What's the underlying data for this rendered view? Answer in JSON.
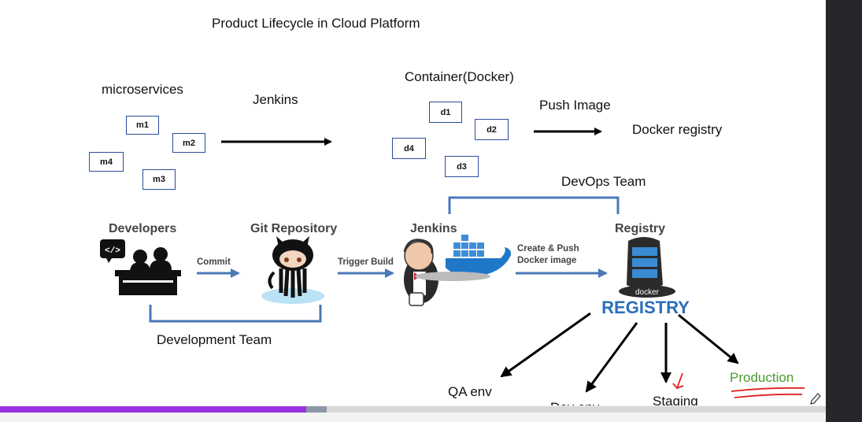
{
  "title": "Product Lifecycle in Cloud Platform",
  "microservices": {
    "label": "microservices",
    "boxes": [
      "m1",
      "m2",
      "m4",
      "m3"
    ]
  },
  "jenkins_text": "Jenkins",
  "container": {
    "label": "Container(Docker)",
    "boxes": [
      "d1",
      "d2",
      "d4",
      "d3"
    ]
  },
  "push_image": "Push Image",
  "docker_registry": "Docker registry",
  "devops_team": "DevOps Team",
  "pipeline": {
    "developers": "Developers",
    "commit": "Commit",
    "git_repository": "Git Repository",
    "trigger_build": "Trigger Build",
    "jenkins": "Jenkins",
    "create_push_1": "Create & Push",
    "create_push_2": "Docker image",
    "registry": "Registry",
    "code_symbol": "</>",
    "registry_logo_top": "docker",
    "registry_logo_text": "REGISTRY"
  },
  "development_team": "Development Team",
  "environments": {
    "qa": "QA env",
    "dev": "Dev env",
    "staging": "Staging",
    "production": "Production"
  },
  "colors": {
    "box_border": "#2a4d9b",
    "pipeline_arrow": "#4a78b8",
    "production": "#4a9a2a",
    "annotation": "#e02020",
    "progress": "#9b32e0"
  },
  "video_progress": {
    "played": 0.371,
    "buffered": 0.396
  }
}
